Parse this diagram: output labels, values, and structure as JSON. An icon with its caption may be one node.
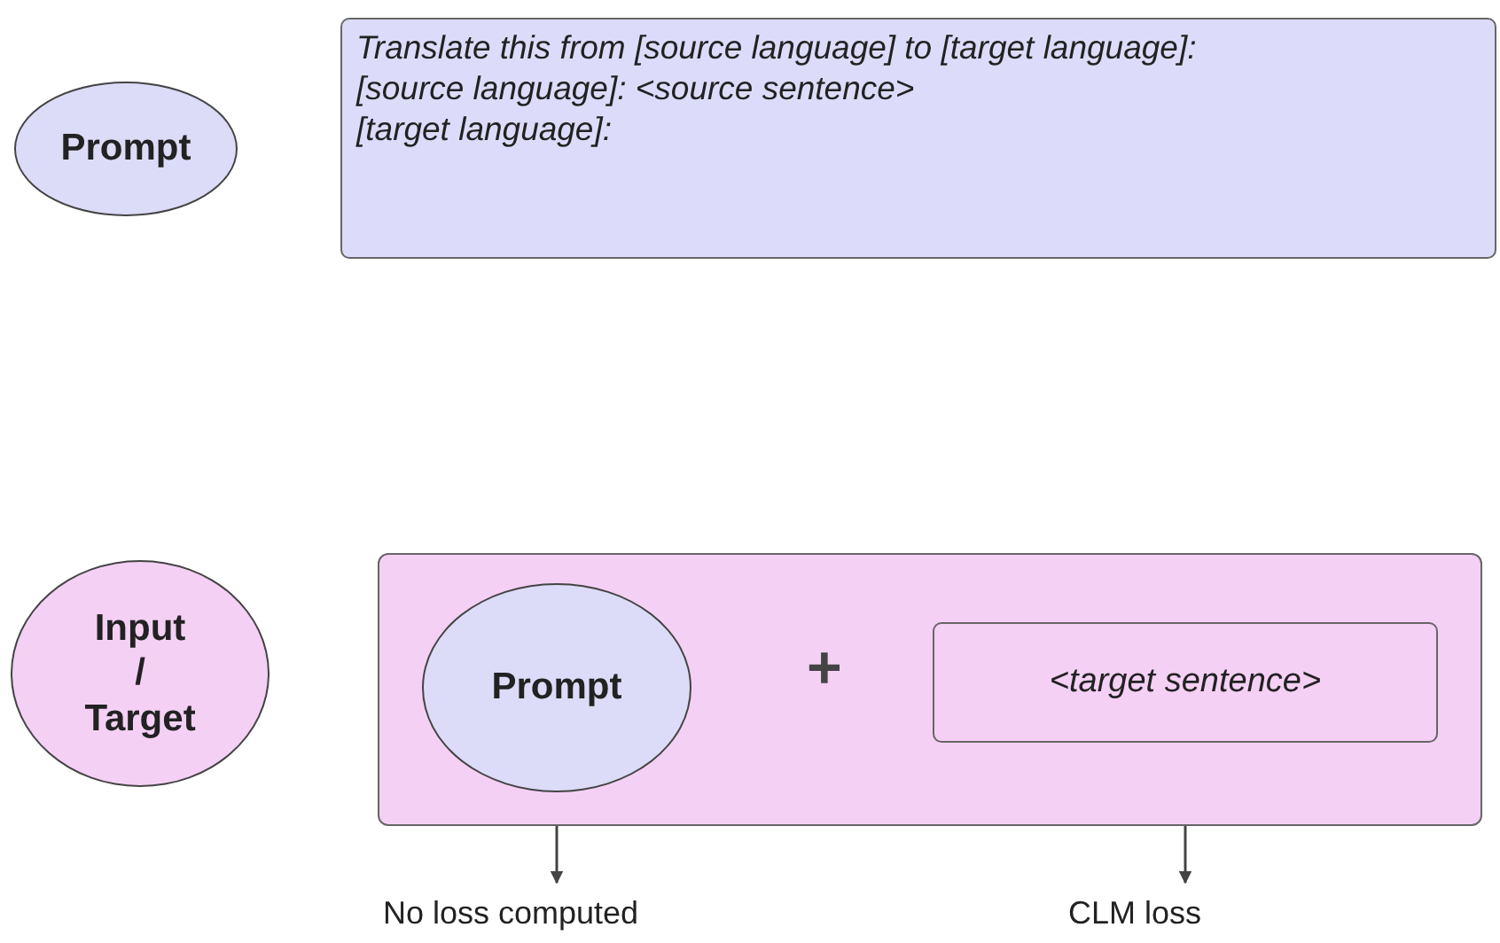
{
  "diagram": {
    "nodes": [
      {
        "text": [
          "Prompt"
        ]
      },
      {
        "text": [
          "Translate this from [source language] to [target language]:",
          "[source language]: <source sentence>",
          "[target language]:"
        ]
      },
      {
        "text": [
          "Input / Target"
        ]
      },
      {
        "text": [],
        "shape": "box"
      },
      {
        "text": [
          "Prompt"
        ],
        "in": 3
      },
      {
        "text": [
          "<target sentence>"
        ],
        "in": 3
      },
      {
        "text": [
          "No loss computed"
        ]
      },
      {
        "text": [
          "CLM loss"
        ]
      }
    ],
    "edges": [
      {
        "from": 4,
        "to": 6,
        "arrow": "to"
      },
      {
        "from": 5,
        "to": 7,
        "arrow": "to"
      }
    ],
    "labels": [
      "+"
    ]
  }
}
